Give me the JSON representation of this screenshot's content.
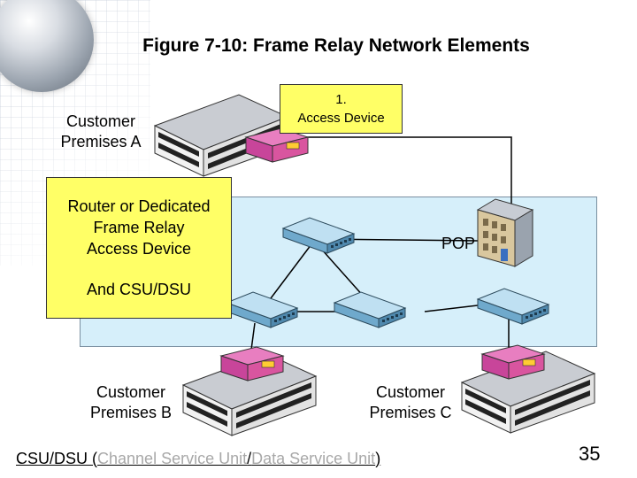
{
  "title": "Figure 7-10: Frame Relay Network Elements",
  "access_device_box": {
    "line1": "1.",
    "line2": "Access Device"
  },
  "router_box": {
    "line1": "Router or Dedicated",
    "line2": "Frame Relay",
    "line3": "Access Device",
    "line4": "And CSU/DSU"
  },
  "premises_a": {
    "line1": "Customer",
    "line2": "Premises A"
  },
  "premises_b": {
    "line1": "Customer",
    "line2": "Premises B"
  },
  "premises_c": {
    "line1": "Customer",
    "line2": "Premises C"
  },
  "pop_label": "POP",
  "footer": {
    "term": "CSU/DSU",
    "open": " (",
    "part1": "Channel Service Unit",
    "slash": "/",
    "part2": "Data Service Unit",
    "close": ")"
  },
  "page_number": "35",
  "colors": {
    "cloud": "#d6effa",
    "callout": "#ffff66",
    "device": "#d44a9a",
    "switch": "#8fc4e0"
  },
  "icons": [
    "globe-icon",
    "building-icon",
    "switch-icon",
    "access-device-icon",
    "pop-building-icon"
  ]
}
